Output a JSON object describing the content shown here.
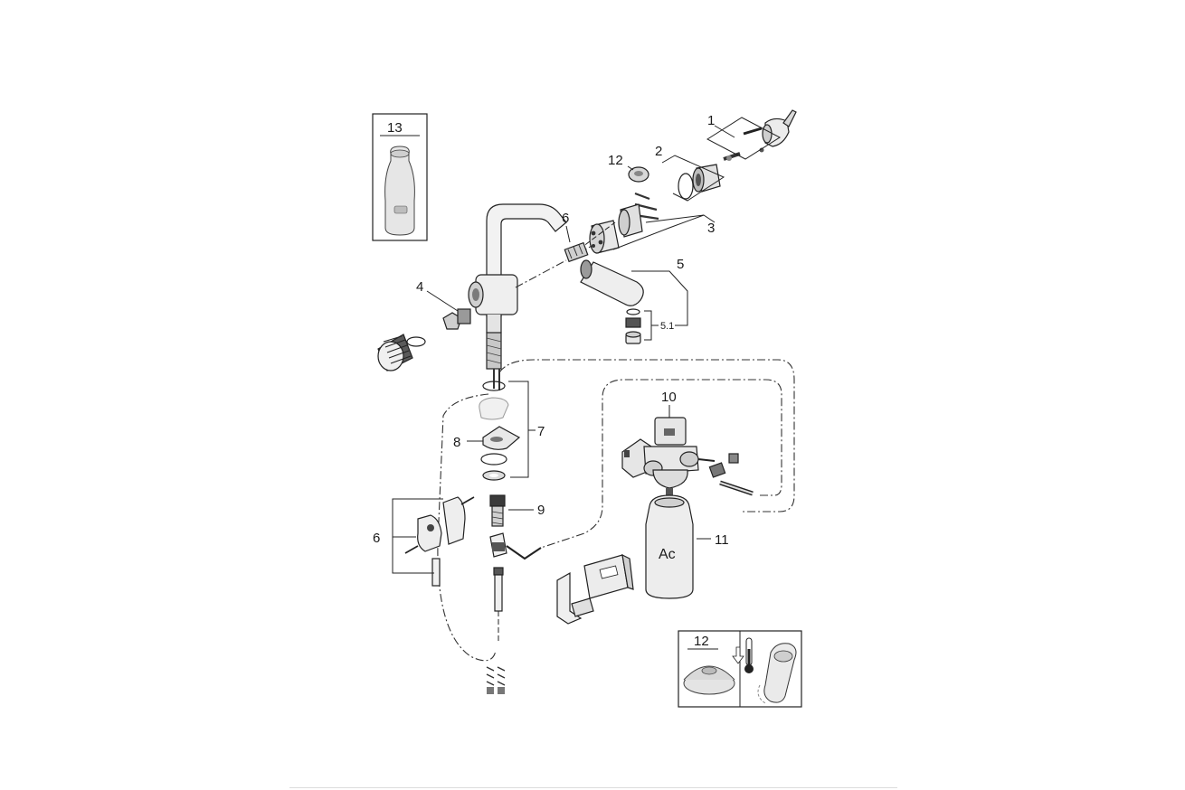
{
  "colors": {
    "ink": "#222222",
    "metal_light": "#eeeeee",
    "metal_mid": "#cfcfcf",
    "metal_dark": "#9a9a9a"
  },
  "labels": {
    "p1": "1",
    "p2": "2",
    "p3": "3",
    "p4": "4",
    "p5": "5",
    "p5_1": "5.1",
    "p6_top": "6",
    "p6_left": "6",
    "p7": "7",
    "p8": "8",
    "p9": "9",
    "p10": "10",
    "p11": "11",
    "p12_top": "12",
    "p12_box": "12",
    "p13_box": "13",
    "filter_text": "Ac"
  }
}
